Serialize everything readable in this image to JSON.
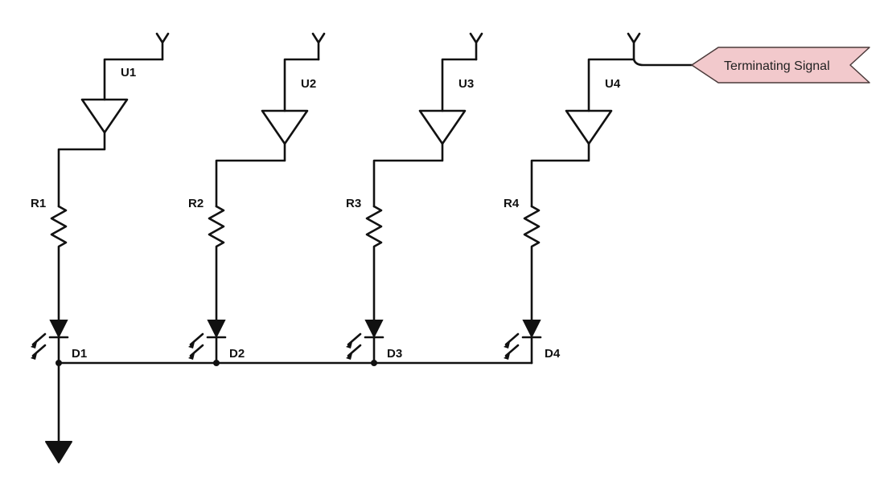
{
  "stages": [
    {
      "buffer": "U1",
      "resistor": "R1",
      "led": "D1"
    },
    {
      "buffer": "U2",
      "resistor": "R2",
      "led": "D2"
    },
    {
      "buffer": "U3",
      "resistor": "R3",
      "led": "D3"
    },
    {
      "buffer": "U4",
      "resistor": "R4",
      "led": "D4"
    }
  ],
  "signal": {
    "label": "Terminating Signal",
    "fill": "#f2c9cc",
    "stroke": "#4a3a3a"
  },
  "wire_color": "#111111"
}
